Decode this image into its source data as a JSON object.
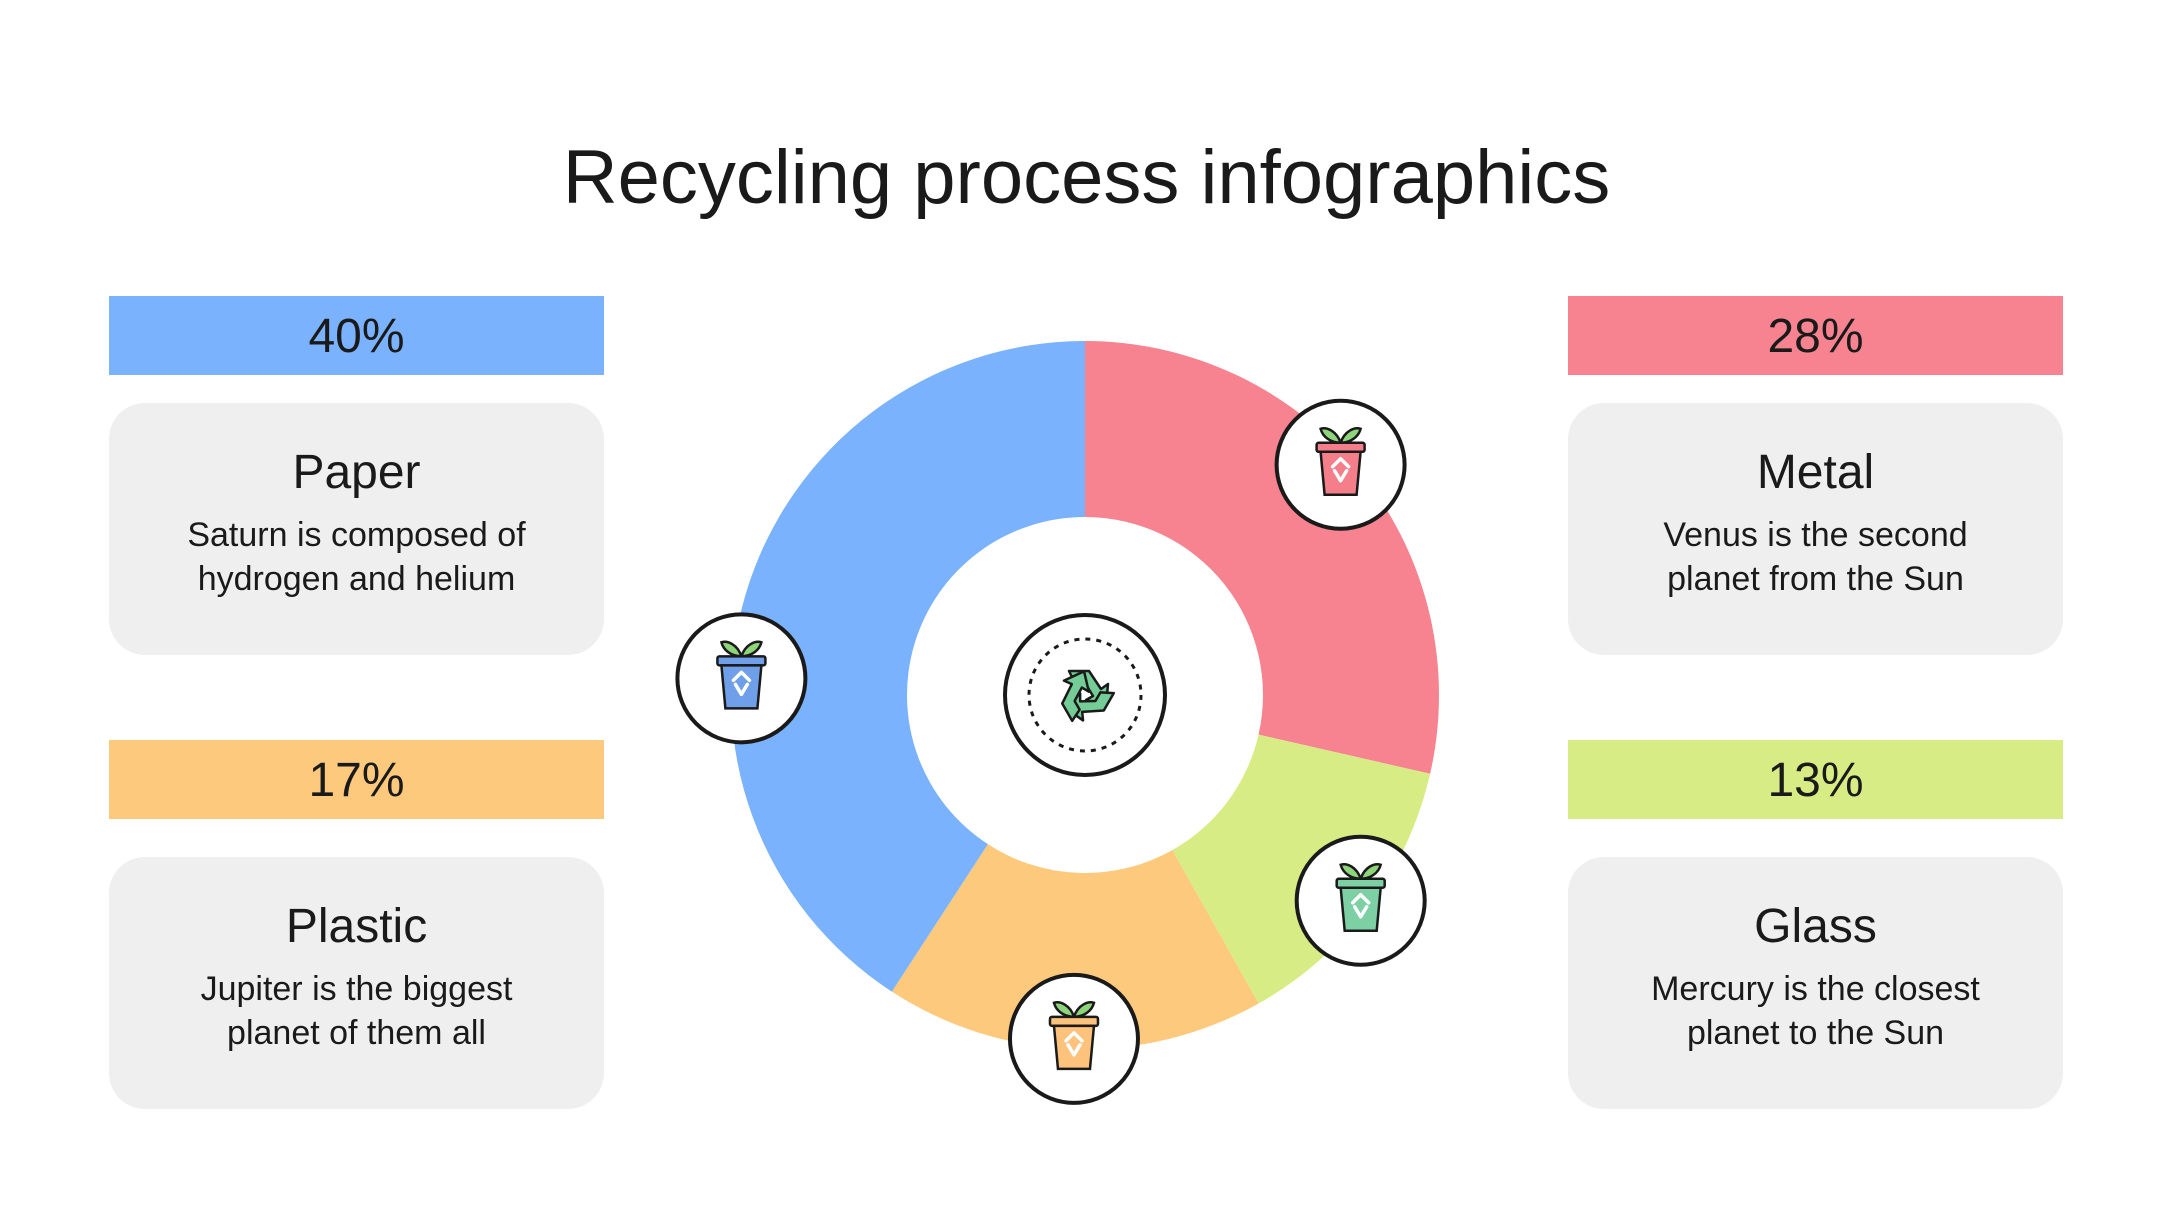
{
  "title": "Recycling process infographics",
  "items": [
    {
      "pct": "40%",
      "label": "Paper",
      "desc1": "Saturn is composed of",
      "desc2": "hydrogen and helium",
      "color": "#7ab2fd"
    },
    {
      "pct": "28%",
      "label": "Metal",
      "desc1": "Venus is the second",
      "desc2": "planet from the Sun",
      "color": "#f6838f"
    },
    {
      "pct": "17%",
      "label": "Plastic",
      "desc1": "Jupiter is the biggest",
      "desc2": "planet of them all",
      "color": "#fdca7d"
    },
    {
      "pct": "13%",
      "label": "Glass",
      "desc1": "Mercury is the closest",
      "desc2": "planet to the Sun",
      "color": "#d8ec86"
    }
  ],
  "chart_data": {
    "type": "pie",
    "categories": [
      "Metal",
      "Glass",
      "Plastic",
      "Paper"
    ],
    "values": [
      28,
      13,
      17,
      40
    ],
    "colors": [
      "#f6838f",
      "#d8ec86",
      "#fdca7d",
      "#7ab2fd"
    ],
    "icon_colors": [
      "#f47f8b",
      "#7dd0a4",
      "#fdc27b",
      "#6f9fe8"
    ],
    "center_icon": "recycle-icon",
    "segment_icon": "recycle-bin-icon"
  }
}
